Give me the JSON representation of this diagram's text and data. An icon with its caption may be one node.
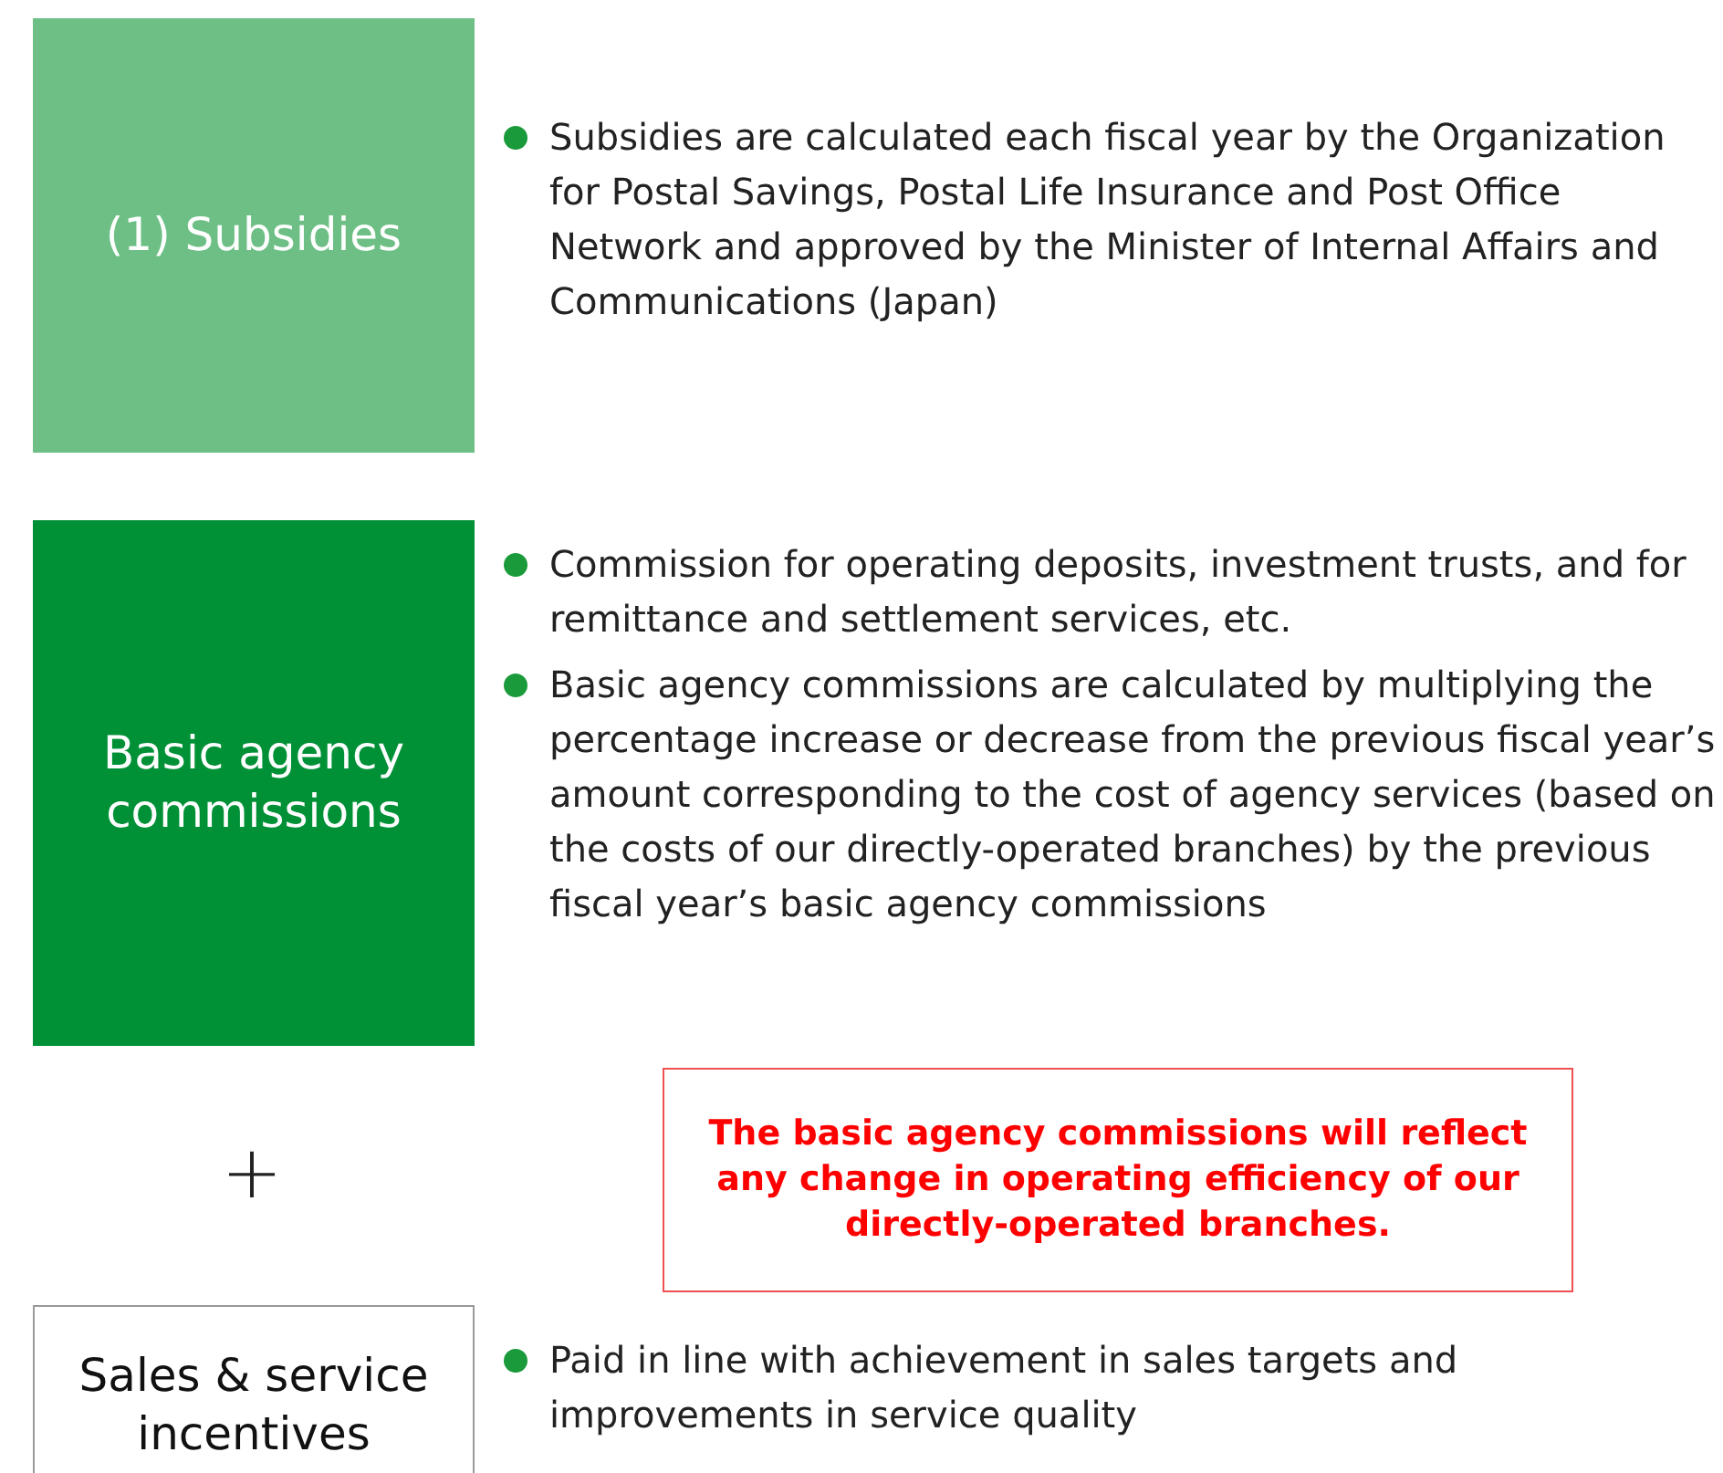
{
  "diagram": {
    "nodes": [
      {
        "text": [
          "(1) Subsidies"
        ],
        "beside": [
          "Subsidies are calculated each fiscal year by the Organization for Postal Savings, Postal Life Insurance and Post Office Network and approved by the Minister of Internal Affairs and Communications (Japan)"
        ]
      },
      {
        "text": [
          "Basic agency commissions"
        ],
        "beside": [
          "Commission for operating deposits, investment trusts, and for remittance and settlement services, etc.",
          "Basic agency commissions are calculated by multiplying the percentage increase or decrease from the previous fiscal year’s amount corresponding to the cost of agency services (based on the costs of our directly-operated branches) by the previous fiscal year’s basic agency commissions"
        ]
      },
      {
        "text": [
          "The basic agency commissions will reflect any change in operating efficiency of our directly-operated branches."
        ]
      },
      {
        "text": [
          "Sales & service incentives"
        ],
        "beside": [
          "Paid in line with achievement in sales targets and improvements in service quality"
        ]
      }
    ],
    "labels": [
      "+"
    ]
  }
}
